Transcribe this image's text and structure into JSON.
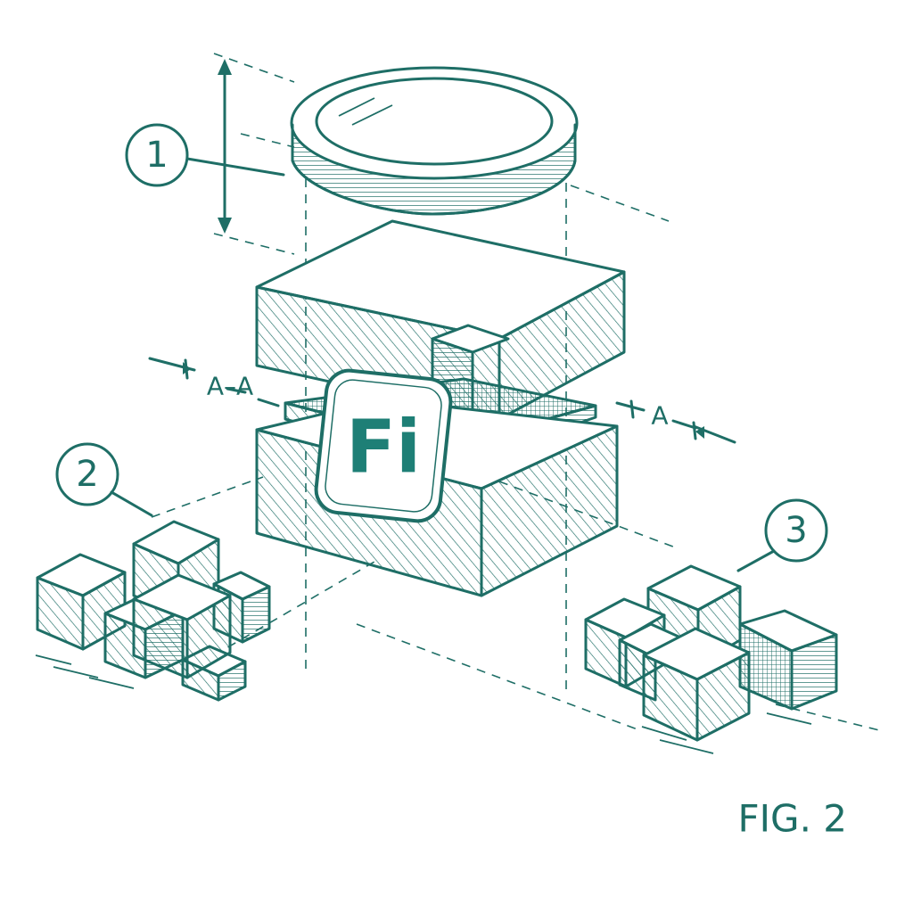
{
  "figure": {
    "caption": "FIG. 2",
    "logo_text": "Fi",
    "callouts": [
      "1",
      "2",
      "3"
    ],
    "section_labels": [
      "A–A",
      "A"
    ],
    "colors": {
      "ink": "#1e6e66",
      "logo": "#1e7f76",
      "background": "#ffffff"
    }
  }
}
